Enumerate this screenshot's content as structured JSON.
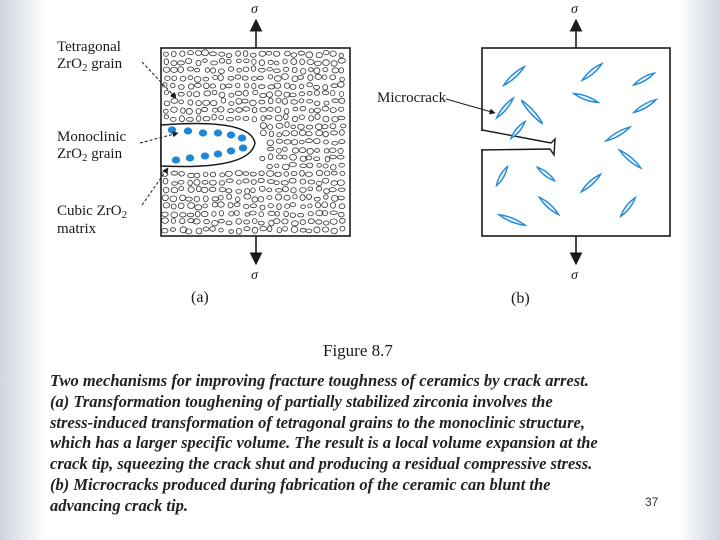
{
  "figure": {
    "title": "Figure 8.7",
    "panel_a": {
      "tag": "(a)",
      "stress_symbol_top": "σ",
      "stress_symbol_bottom": "σ",
      "labels": {
        "tetragonal_l1": "Tetragonal",
        "tetragonal_l2_pre": "ZrO",
        "tetragonal_l2_sub": "2",
        "tetragonal_l2_post": " grain",
        "monoclinic_l1": "Monoclinic",
        "monoclinic_l2_pre": "ZrO",
        "monoclinic_l2_sub": "2",
        "monoclinic_l2_post": " grain",
        "cubic_l1_pre": "Cubic ZrO",
        "cubic_l1_sub": "2",
        "cubic_l2": "matrix"
      }
    },
    "panel_b": {
      "tag": "(b)",
      "stress_symbol_top": "σ",
      "stress_symbol_bottom": "σ",
      "microcrack_label": "Microcrack"
    },
    "caption": "Two mechanisms for improving fracture toughness of ceramics by crack arrest.\n(a) Transformation toughening of partially stabilized zirconia involves the\nstress-induced transformation of tetragonal grains to the monoclinic structure,\nwhich has a larger specific volume. The result is a local volume expansion at the\ncrack tip, squeezing the crack shut and producing a residual compressive stress.\n(b) Microcracks produced during fabrication of the ceramic can blunt the\nadvancing crack tip.",
    "colors": {
      "accent": "#1e88d8",
      "ink": "#1a1a1a"
    }
  },
  "page_number": "37"
}
